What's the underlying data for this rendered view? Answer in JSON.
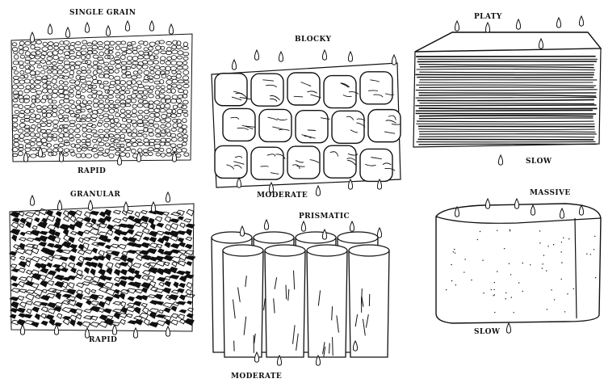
{
  "panels": [
    {
      "id": "single-grain",
      "structure": "SINGLE GRAIN",
      "drainage": "RAPID"
    },
    {
      "id": "blocky",
      "structure": "BLOCKY",
      "drainage": "MODERATE"
    },
    {
      "id": "platy",
      "structure": "PLATY",
      "drainage": "SLOW"
    },
    {
      "id": "granular",
      "structure": "GRANULAR",
      "drainage": "RAPID"
    },
    {
      "id": "prismatic",
      "structure": "PRISMATIC",
      "drainage": "MODERATE"
    },
    {
      "id": "massive",
      "structure": "MASSIVE",
      "drainage": "SLOW"
    }
  ],
  "colors": {
    "ink": "#111111",
    "paper": "#ffffff"
  },
  "icons": [
    "water-drop-icon"
  ]
}
